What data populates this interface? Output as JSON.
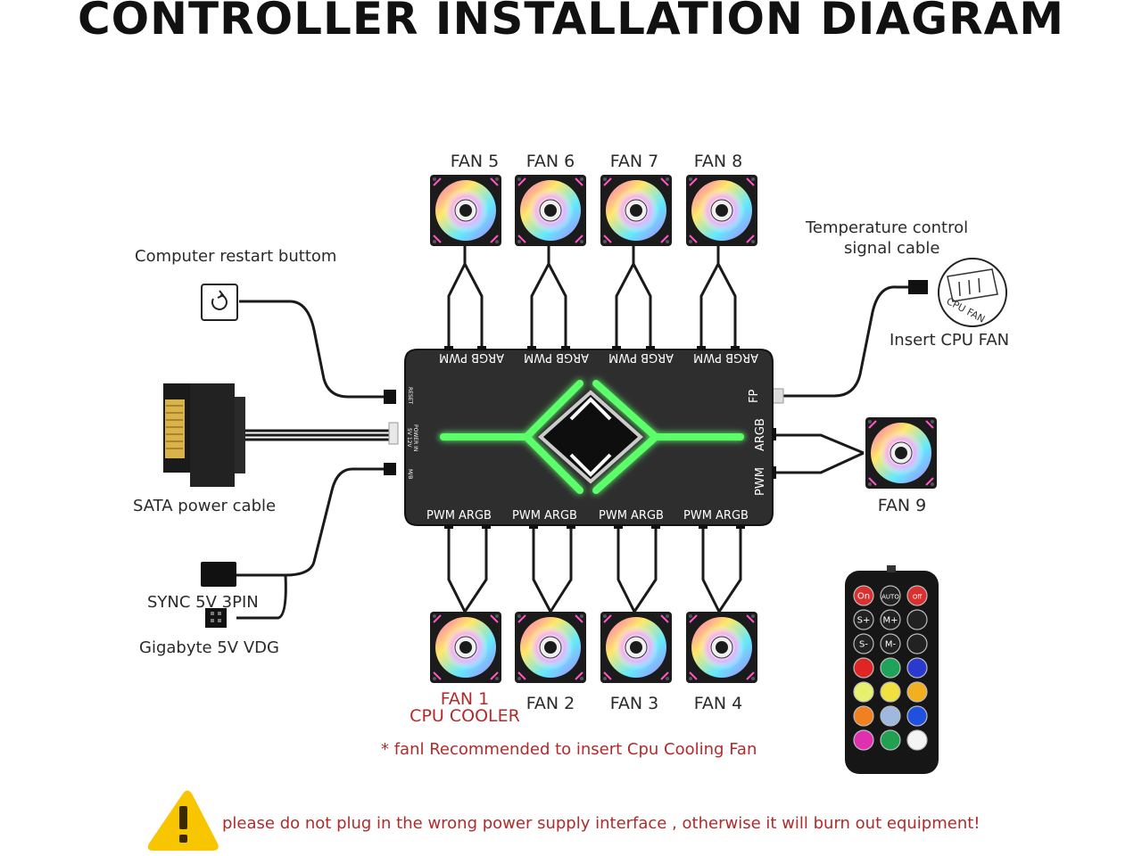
{
  "title": "CONTROLLER INSTALLATION DIAGRAM",
  "labels": {
    "fan5": "FAN 5",
    "fan6": "FAN 6",
    "fan7": "FAN 7",
    "fan8": "FAN 8",
    "fan1": "FAN 1",
    "fan1_sub": "CPU COOLER",
    "fan2": "FAN 2",
    "fan3": "FAN 3",
    "fan4": "FAN 4",
    "fan9": "FAN 9",
    "restart": "Computer restart buttom",
    "temp_line1": "Temperature control",
    "temp_line2": "signal cable",
    "insert_cpu": "Insert CPU FAN",
    "cpu_fan_tag": "CPU FAN",
    "sata": "SATA  power cable",
    "sync": "SYNC 5V 3PIN",
    "gigabyte": "Gigabyte 5V VDG",
    "note": "* fanl Recommended to insert Cpu Cooling Fan",
    "warning": "please do not plug in the wrong power supply interface , otherwise it will burn out equipment!"
  },
  "hub": {
    "top_port": "ARGB PWM",
    "bottom_port": "PWM ARGB",
    "right_fp": "FP",
    "right_argb": "ARGB",
    "right_pwm": "PWM",
    "left_reset": "RESET",
    "left_power": "POWER IN",
    "left_power_sub": "5V 12V",
    "left_mb": "M/B"
  },
  "remote": {
    "buttons": [
      {
        "label": "On",
        "color": "#d93030"
      },
      {
        "label": "AUTO",
        "color": "#222222"
      },
      {
        "label": "Off",
        "color": "#d93030"
      },
      {
        "label": "S+",
        "color": "#222222"
      },
      {
        "label": "M+",
        "color": "#222222"
      },
      {
        "label": "",
        "color": "#222222"
      },
      {
        "label": "S-",
        "color": "#222222"
      },
      {
        "label": "M-",
        "color": "#222222"
      },
      {
        "label": "",
        "color": "#222222"
      },
      {
        "label": "",
        "color": "#e02525"
      },
      {
        "label": "",
        "color": "#1fa35a"
      },
      {
        "label": "",
        "color": "#2a3ad0"
      },
      {
        "label": "",
        "color": "#e8f070"
      },
      {
        "label": "",
        "color": "#f0e040"
      },
      {
        "label": "",
        "color": "#f0b020"
      },
      {
        "label": "",
        "color": "#f08020"
      },
      {
        "label": "",
        "color": "#a0b8e0"
      },
      {
        "label": "",
        "color": "#2050e0"
      },
      {
        "label": "",
        "color": "#e030b0"
      },
      {
        "label": "",
        "color": "#20a050"
      },
      {
        "label": "",
        "color": "#f4f4f4"
      }
    ]
  },
  "colors": {
    "hub_body": "#2e2e2e",
    "glow": "#5cff6a",
    "warning_yellow": "#f7c600",
    "red_text": "#b22a2a"
  }
}
